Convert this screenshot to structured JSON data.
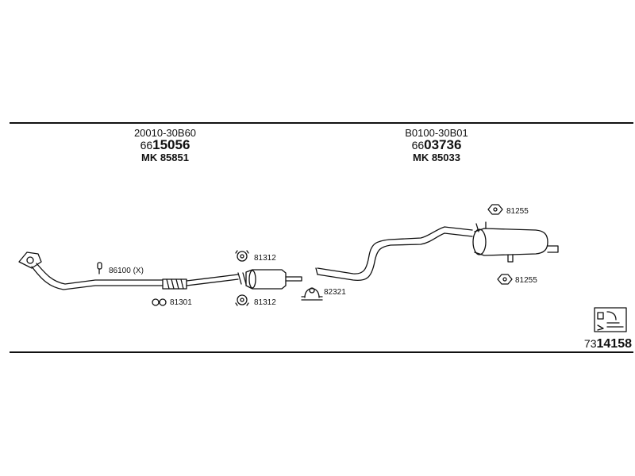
{
  "parts": {
    "front": {
      "oem": "20010-30B60",
      "num_prefix": "66",
      "num_bold": "15056",
      "mk": "MK  85851"
    },
    "rear": {
      "oem": "B0100-30B01",
      "num_prefix": "66",
      "num_bold": "03736",
      "mk": "MK  85033"
    }
  },
  "labels": {
    "bolt": "86100 (X)",
    "gasket_front": "81301",
    "hanger_top": "81312",
    "hanger_bottom": "81312",
    "clamp": "82321",
    "rear_hanger_top": "81255",
    "rear_hanger_bottom": "81255"
  },
  "catalog": {
    "prefix": "73",
    "bold": "14158"
  }
}
